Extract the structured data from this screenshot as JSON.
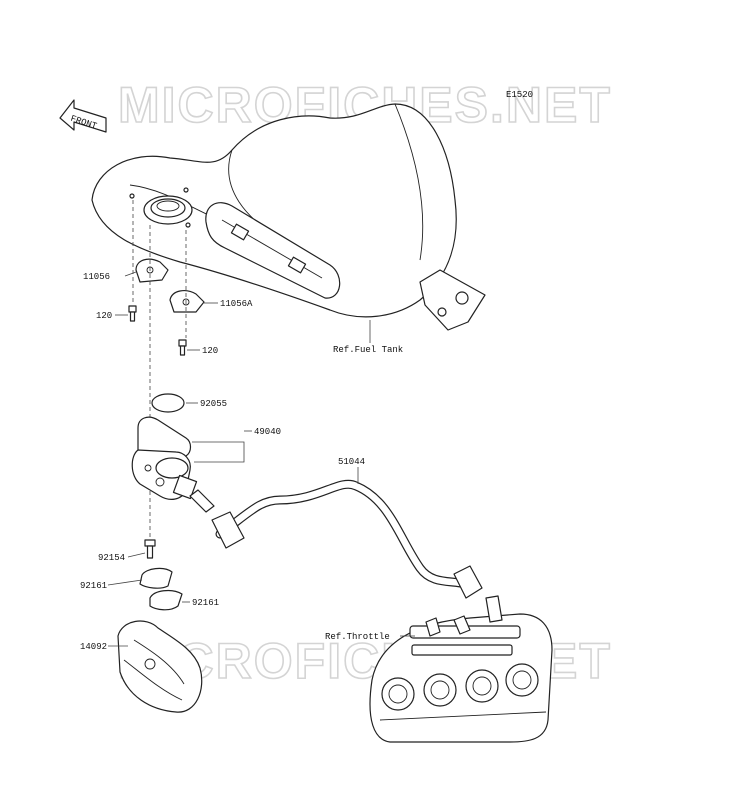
{
  "watermark": {
    "top": "MICROFICHES.NET",
    "bottom": "MICROFICHES.NET"
  },
  "diagram_code": "E1520",
  "front_arrow_label": "FRONT",
  "labels": {
    "p11056": "11056",
    "p11056A": "11056A",
    "p120_left": "120",
    "p120_right": "120",
    "ref_fuel_tank": "Ref.Fuel Tank",
    "p92055": "92055",
    "p49040": "49040",
    "p51044": "51044",
    "p92154": "92154",
    "p92161_left": "92161",
    "p92161_right": "92161",
    "p14092": "14092",
    "ref_throttle": "Ref.Throttle"
  }
}
